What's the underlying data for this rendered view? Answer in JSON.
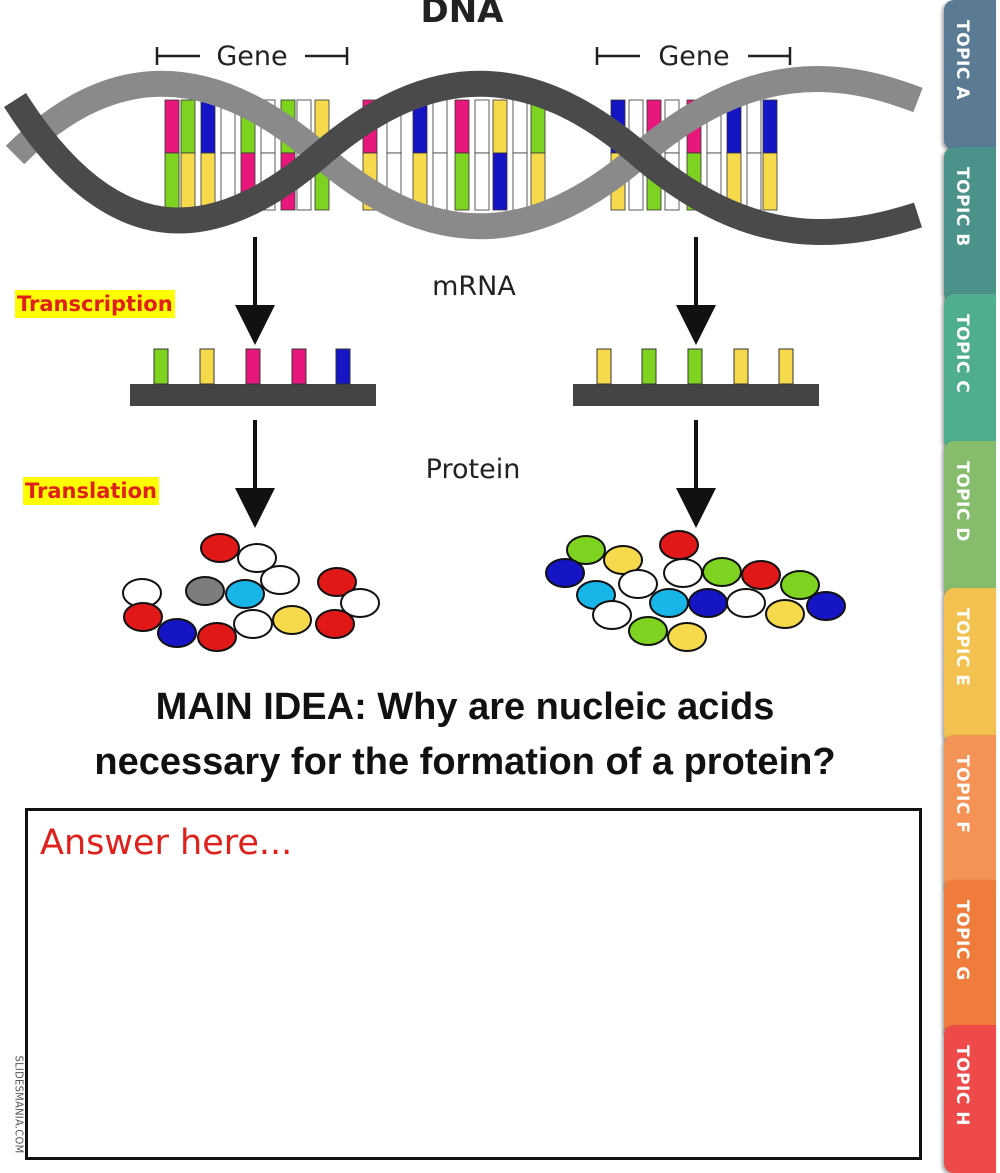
{
  "diagram": {
    "title": "DNA",
    "gene_label_left": "Gene",
    "gene_label_right": "Gene",
    "mrna_label": "mRNA",
    "protein_label": "Protein",
    "transcription_label": "Transcription",
    "translation_label": "Translation"
  },
  "main_idea": {
    "line1": "MAIN IDEA: Why are nucleic acids",
    "line2": "necessary for the formation of a protein?"
  },
  "answer": {
    "placeholder": "Answer here...",
    "value": ""
  },
  "credit": "SLIDESMANIA.COM",
  "tabs": [
    {
      "label": "TOPIC A",
      "color": "#5b7a94"
    },
    {
      "label": "TOPIC B",
      "color": "#4a928a"
    },
    {
      "label": "TOPIC C",
      "color": "#4fae8e"
    },
    {
      "label": "TOPIC D",
      "color": "#85bd6c"
    },
    {
      "label": "TOPIC E",
      "color": "#f2c14f"
    },
    {
      "label": "TOPIC F",
      "color": "#f59357"
    },
    {
      "label": "TOPIC G",
      "color": "#f07c3c"
    },
    {
      "label": "TOPIC H",
      "color": "#ee4a4a"
    }
  ],
  "colors": {
    "pink": "#e8177b",
    "blue": "#1515c6",
    "green": "#7ed321",
    "yellow": "#f7d94c",
    "red": "#e01818",
    "cyan": "#18b5e8",
    "grey": "#7d7d7d",
    "white": "#ffffff",
    "highlight": "#ffff00",
    "label_red": "#e0201a"
  }
}
